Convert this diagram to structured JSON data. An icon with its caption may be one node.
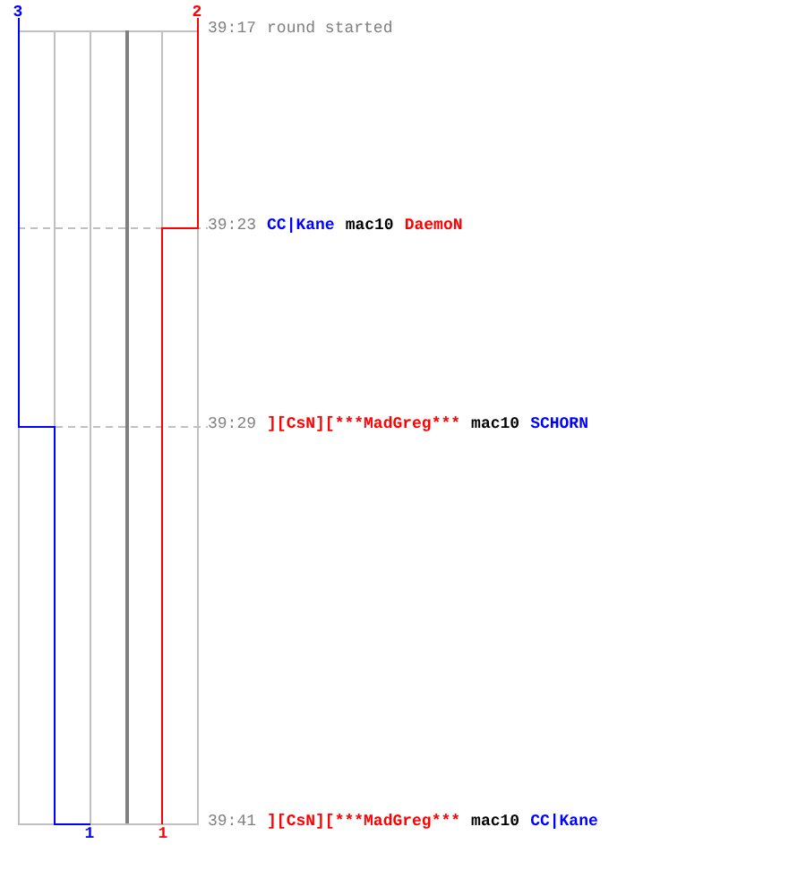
{
  "diagram": {
    "labels": [
      "3",
      "2",
      "39:17",
      "round started",
      "39:23",
      "CC|Kane",
      "mac10",
      "DaemoN",
      "39:29",
      "][CsN][***MadGreg***",
      "mac10",
      "SCHORN",
      "39:41",
      "][CsN][***MadGreg***",
      "mac10",
      "CC|Kane",
      "1",
      "1"
    ]
  }
}
